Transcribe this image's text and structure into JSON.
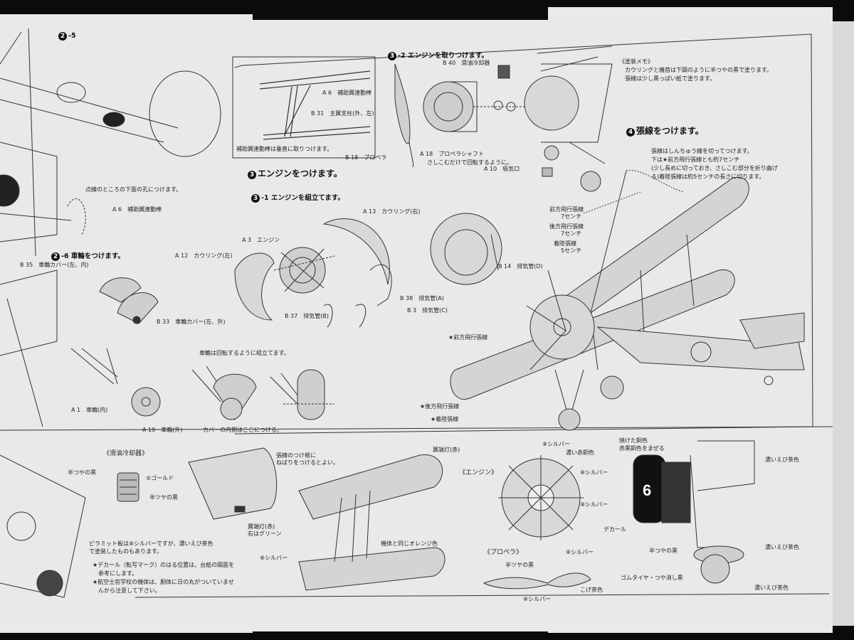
{
  "steps": {
    "s2_5": {
      "num": "2",
      "sub": "-5"
    },
    "s2_6": {
      "num": "2",
      "sub": "-6 車輪をつけます。"
    },
    "s3": {
      "num": "3",
      "title": "エンジンをつけます。"
    },
    "s3_1": {
      "num": "3",
      "sub": "-1 エンジンを組立てます。"
    },
    "s3_2": {
      "num": "3",
      "sub": "-2 エンジンを取りつけます。"
    },
    "s4": {
      "num": "4",
      "title": "張線をつけます。"
    }
  },
  "left": {
    "dotted_note": "点線のところの下面の孔につけます。",
    "a6": "A 6　補助翼連動棒",
    "b35": "B 35　車輪カバー(左、内)",
    "b33": "B 33　車輪カバー(左、外)",
    "a1": "A 1　車輪(内)",
    "a19": "A 19　車輪(外)",
    "assemble_note": "車輪は回転するように組立てます。",
    "cover_note": "カバーの内側はここにつける。"
  },
  "inset": {
    "a6": "A 6　補助翼連動棒",
    "b31": "B 31　主翼支柱(外、左)",
    "caption": "補助翼連動棒は垂直に取りつけます。"
  },
  "engine": {
    "a13": "A 13　カウリング(右)",
    "a3": "A 3　エンジン",
    "a12": "A 12　カウリング(左)",
    "b38": "B 38　排気管(A)",
    "b3": "B 3　排気管(C)",
    "b37": "B 37　排気管(B)",
    "b14": "B 14　排気管(D)"
  },
  "mount": {
    "b40": "B 40　滑油冷却器",
    "b18": "B 18　プロペラ",
    "a18": "A 18　プロペラシャフト",
    "a18_note": "さしこむだけで回転するように。",
    "a10": "A 10　吸気口"
  },
  "paint_memo": {
    "title": "《塗装メモ》",
    "text1": "カウリングと機首は下図のように半つやの黒で塗ります。",
    "text2": "張線は少し黒っぽい紙で塗ります。"
  },
  "rigging": {
    "note1": "張線はしんちゅう線を切ってつけます。",
    "note2": "下は★前方飛行張線とも約7センチ",
    "note3": "(少し長めに切っておき、さしこむ部分を折り曲げ",
    "note4": "る)着陸張線は約5センチの長さに切ります。",
    "fwd_lbl": "前方飛行張線",
    "fwd_len": "7センチ",
    "aft_lbl": "後方飛行張線",
    "aft_len": "7センチ",
    "land_lbl": "着陸張線",
    "land_len": "5センチ",
    "fwd": "★前方飛行張線",
    "aft": "★後方飛行張線",
    "land": "★着陸張線"
  },
  "bottom": {
    "oil_title": "《滑油冷却器》",
    "semigloss_black": "半つやの黒",
    "gold": "⑤ゴールド",
    "semigloss_black2": "半ツヤの黒",
    "pyramid_note1": "ピラミット板は⑧シルバーですが、濃いえび茶色",
    "pyramid_note2": "で塗装したものもあります。",
    "decal_note1": "★デカール（転写マーク）のはる位置は、台紙の図面を",
    "decal_note2": "参考にします。",
    "school_note1": "★航空士官学校の機体は、胴体に日の丸がついていませ",
    "school_note2": "んから注意して下さい。",
    "wire_note1": "張線のつけ根に",
    "wire_note2": "ねばりをつけるとよい。",
    "wingtip_light": "翼端灯(赤)",
    "wingtip_light2": "翼端灯(赤)",
    "wingtip_green": "右はグリーン",
    "body_orange": "機体と同じオレンジ色",
    "silver": "⑧シルバー",
    "engine_title": "《エンジン》",
    "eng_silver": "⑧シルバー",
    "eng_silver2": "⑧シルバー",
    "eng_silver3": "⑧シルバー",
    "eng_silver4": "⑧シルバー",
    "eng_color1": "濃い赤銅色",
    "prop_title": "《プロペラ》",
    "prop_black": "半ツヤの黒",
    "prop_brown": "こげ茶色",
    "prop_silver": "⑧シルバー",
    "burnt1": "焼けた銅色",
    "burnt2": "赤黒銅色をまぜる",
    "dark_brown1": "濃いえび茶色",
    "decal": "デカール",
    "half_black": "半つやの黒",
    "dark_brown2": "濃いえび茶色",
    "tire": "ゴムタイヤ・つや消し黒",
    "dark_brown3": "濃いえび茶色",
    "fuselage_number": "6"
  }
}
